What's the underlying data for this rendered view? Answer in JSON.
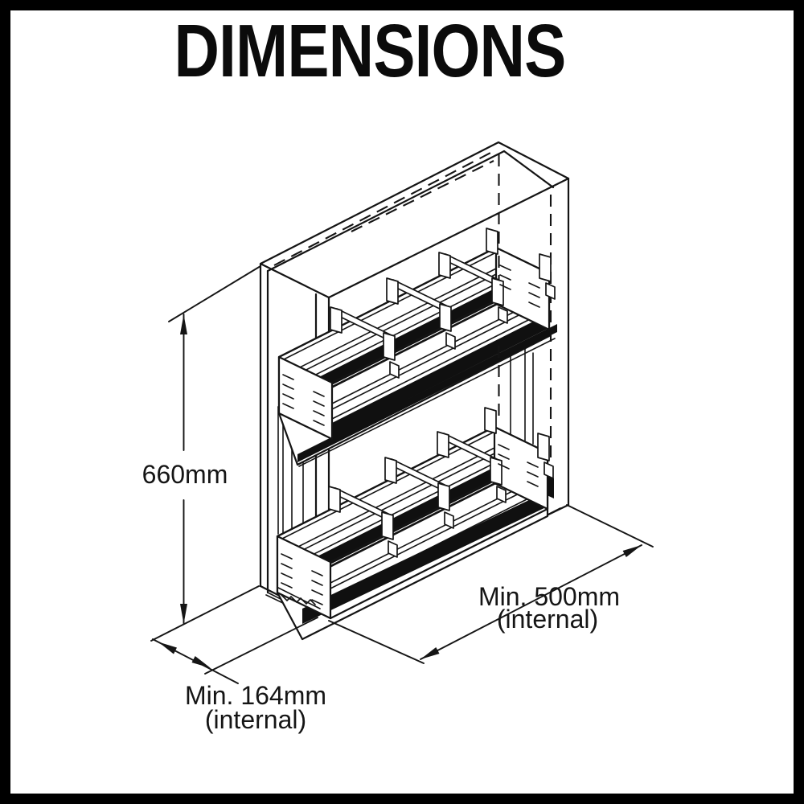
{
  "title": "DIMENSIONS",
  "figure": {
    "type": "isometric-technical-drawing",
    "subject": "pull-out-two-tier-basket-unit-inside-tall-cabinet"
  },
  "dimensions": {
    "height": {
      "label": "660mm"
    },
    "depth": {
      "label_line1": "Min. 500mm",
      "label_line2": "(internal)"
    },
    "width": {
      "label_line1": "Min. 164mm",
      "label_line2": "(internal)"
    }
  },
  "colors": {
    "background": "#ffffff",
    "line": "#141414",
    "border": "#000000"
  }
}
